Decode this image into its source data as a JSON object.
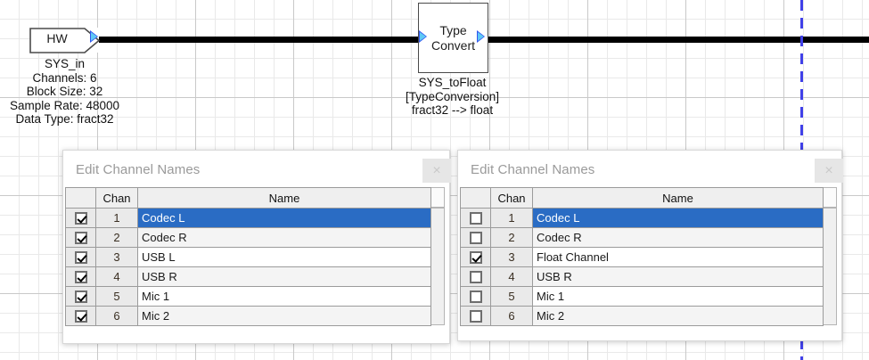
{
  "canvas": {
    "grid": true,
    "cut_line_color": "#4040e8"
  },
  "blocks": [
    {
      "id": "hw-source",
      "label": "HW",
      "caption": "SYS_in\nChannels: 6\nBlock Size: 32\nSample Rate: 48000\nData Type: fract32"
    },
    {
      "id": "type-convert",
      "label": "Type\nConvert",
      "caption": "SYS_toFloat\n[TypeConversion]\nfract32 --> float"
    }
  ],
  "dialogs": [
    {
      "id": "left",
      "title": "Edit Channel Names",
      "close_label": "×",
      "columns": [
        "",
        "Chan",
        "Name"
      ],
      "rows": [
        {
          "checked": true,
          "chan": "1",
          "name": "Codec L",
          "selected": true
        },
        {
          "checked": true,
          "chan": "2",
          "name": "Codec R",
          "selected": false
        },
        {
          "checked": true,
          "chan": "3",
          "name": "USB L",
          "selected": false
        },
        {
          "checked": true,
          "chan": "4",
          "name": "USB R",
          "selected": false
        },
        {
          "checked": true,
          "chan": "5",
          "name": "Mic 1",
          "selected": false
        },
        {
          "checked": true,
          "chan": "6",
          "name": "Mic 2",
          "selected": false
        }
      ]
    },
    {
      "id": "right",
      "title": "Edit Channel Names",
      "close_label": "×",
      "columns": [
        "",
        "Chan",
        "Name"
      ],
      "rows": [
        {
          "checked": false,
          "chan": "1",
          "name": "Codec L",
          "selected": true
        },
        {
          "checked": false,
          "chan": "2",
          "name": "Codec R",
          "selected": false
        },
        {
          "checked": true,
          "chan": "3",
          "name": "Float Channel",
          "selected": false
        },
        {
          "checked": false,
          "chan": "4",
          "name": "USB R",
          "selected": false
        },
        {
          "checked": false,
          "chan": "5",
          "name": "Mic 1",
          "selected": false
        },
        {
          "checked": false,
          "chan": "6",
          "name": "Mic 2",
          "selected": false
        }
      ]
    }
  ],
  "colors": {
    "selection": "#2a6cc4",
    "wire": "#000000",
    "port": "#3355ee",
    "cut_line": "#4040e8"
  }
}
